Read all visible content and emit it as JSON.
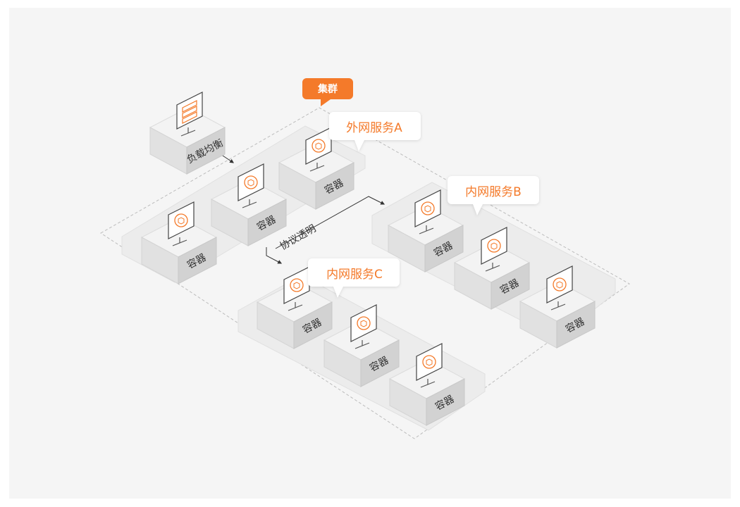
{
  "background_color": "#f5f5f5",
  "accent_color": "#f47a2a",
  "cluster_tag": "集群",
  "load_balancer": {
    "label": "负载均衡",
    "icon": "server-rack-icon"
  },
  "protocol_label": "协议透明",
  "services": [
    {
      "id": "a",
      "title": "外网服务A",
      "nodes": [
        "容器",
        "容器",
        "容器"
      ]
    },
    {
      "id": "b",
      "title": "内网服务B",
      "nodes": [
        "容器",
        "容器",
        "容器"
      ]
    },
    {
      "id": "c",
      "title": "内网服务C",
      "nodes": [
        "容器",
        "容器",
        "容器"
      ]
    }
  ],
  "node_icon": "container-box-icon"
}
